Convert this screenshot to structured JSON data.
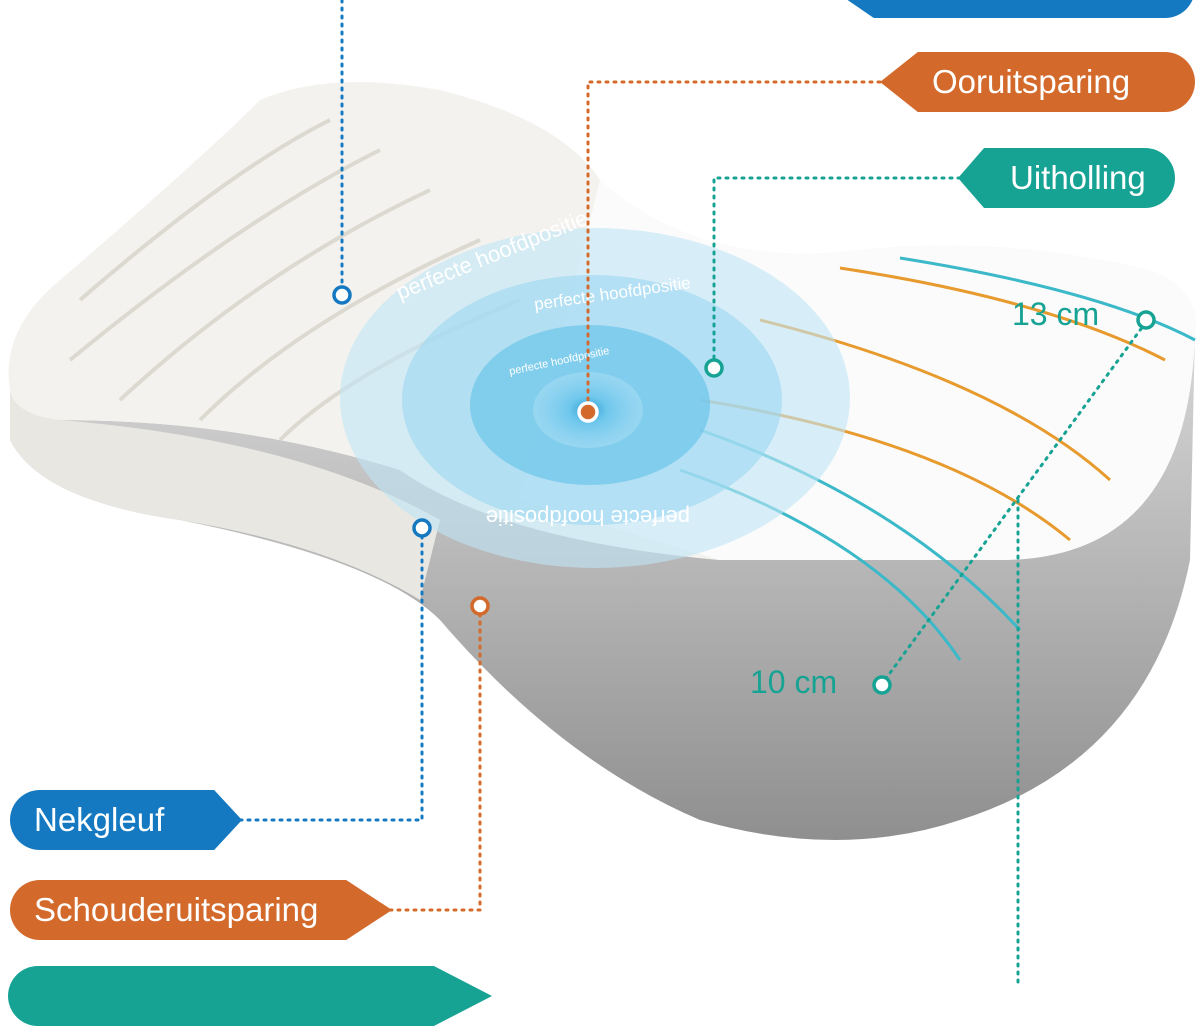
{
  "labels": {
    "top_right_cut": "",
    "ear_cutout": "Ooruitsparing",
    "hollow": "Uitholling",
    "neck_groove": "Nekgleuf",
    "shoulder_cutout": "Schouderuitsparing",
    "bottom_left_cut": ""
  },
  "measurements": {
    "high": "13 cm",
    "low": "10 cm"
  },
  "ring_text": "perfecte hoofdpositie",
  "colors": {
    "blue": "#1579c2",
    "orange": "#d3692a",
    "teal": "#17a394"
  }
}
